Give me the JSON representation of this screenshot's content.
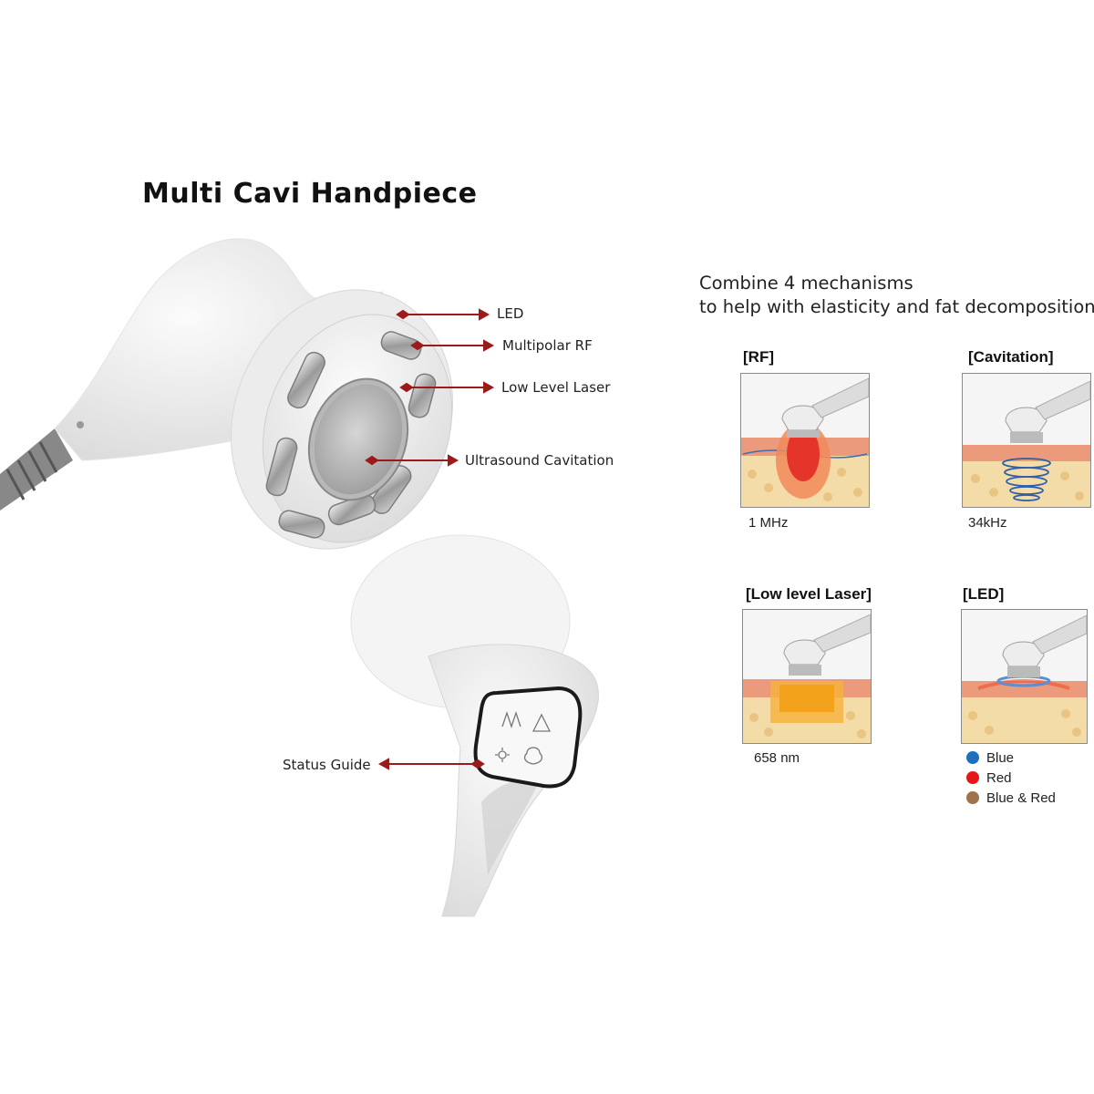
{
  "title": "Multi Cavi Handpiece",
  "callouts": {
    "led": "LED",
    "multipolar_rf": "Multipolar RF",
    "low_level_laser": "Low Level Laser",
    "ultrasound_cavitation": "Ultrasound Cavitation",
    "status_guide": "Status Guide"
  },
  "intro": {
    "line1": "Combine 4 mechanisms",
    "line2": "to help with elasticity and fat decomposition"
  },
  "mechanisms": [
    {
      "title": "[RF]",
      "value": "1 MHz"
    },
    {
      "title": "[Cavitation]",
      "value": "34kHz"
    },
    {
      "title": "[Low level Laser]",
      "value": "658 nm"
    },
    {
      "title": "[LED]",
      "value": ""
    }
  ],
  "led_legend": [
    {
      "label": "Blue",
      "color": "#1f6fbf"
    },
    {
      "label": "Red",
      "color": "#e8161b"
    },
    {
      "label": "Blue & Red",
      "color": "#a0734a"
    }
  ],
  "colors": {
    "arrow": "#9b1b1b",
    "skin_top": "#e8a98a",
    "fat": "#f3d9a8",
    "rf": "#e5342a",
    "cavitation": "#2e5fa8",
    "laser": "#f2a21b",
    "led": "#5b8fd0"
  }
}
